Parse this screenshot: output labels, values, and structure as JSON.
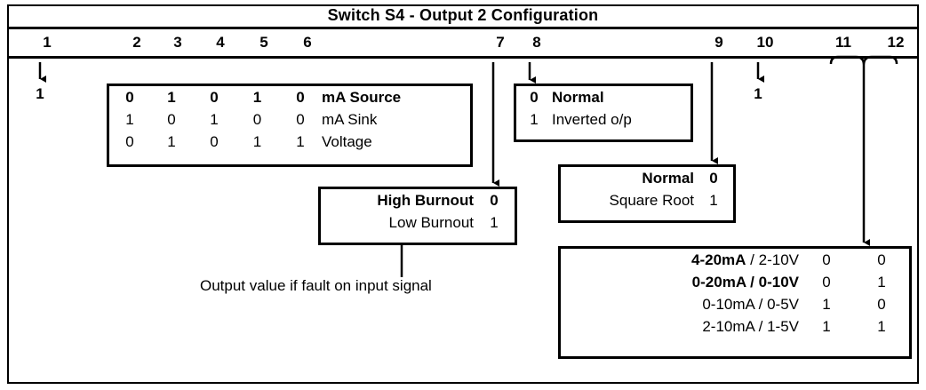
{
  "title": "Switch S4 - Output 2 Configuration",
  "switch_numbers": [
    "1",
    "2",
    "3",
    "4",
    "5",
    "6",
    "7",
    "8",
    "9",
    "10",
    "11",
    "12"
  ],
  "switch_values": {
    "sw1": "1",
    "sw10": "1"
  },
  "source_box": {
    "rows": [
      {
        "bits": [
          "0",
          "1",
          "0",
          "1",
          "0"
        ],
        "label": "mA Source",
        "bold": true
      },
      {
        "bits": [
          "1",
          "0",
          "1",
          "0",
          "0"
        ],
        "label": "mA Sink",
        "bold": false
      },
      {
        "bits": [
          "0",
          "1",
          "0",
          "1",
          "1"
        ],
        "label": "Voltage",
        "bold": false
      }
    ]
  },
  "normal_box": {
    "rows": [
      {
        "bit": "0",
        "label": "Normal",
        "bold": true
      },
      {
        "bit": "1",
        "label": "Inverted o/p",
        "bold": false
      }
    ]
  },
  "burnout_box": {
    "rows": [
      {
        "label": "High Burnout",
        "bit": "0",
        "bold": true
      },
      {
        "label": "Low Burnout",
        "bit": "1",
        "bold": false
      }
    ]
  },
  "sqrt_box": {
    "rows": [
      {
        "label": "Normal",
        "bit": "0",
        "bold": true
      },
      {
        "label": "Square Root",
        "bit": "1",
        "bold": false
      }
    ]
  },
  "range_box": {
    "rows": [
      {
        "label_bold": "4-20mA",
        "label_rest": " / 2-10V",
        "bits": [
          "0",
          "0"
        ],
        "all_bold": false
      },
      {
        "label_bold": "0-20mA / 0-10V",
        "label_rest": "",
        "bits": [
          "0",
          "1"
        ],
        "all_bold": true
      },
      {
        "label_bold": "",
        "label_rest": "0-10mA / 0-5V",
        "bits": [
          "1",
          "0"
        ],
        "all_bold": false
      },
      {
        "label_bold": "",
        "label_rest": "2-10mA / 1-5V",
        "bits": [
          "1",
          "1"
        ],
        "all_bold": false
      }
    ]
  },
  "caption": "Output value if fault on input signal",
  "colors": {
    "ink": "#000000",
    "background": "#ffffff"
  }
}
